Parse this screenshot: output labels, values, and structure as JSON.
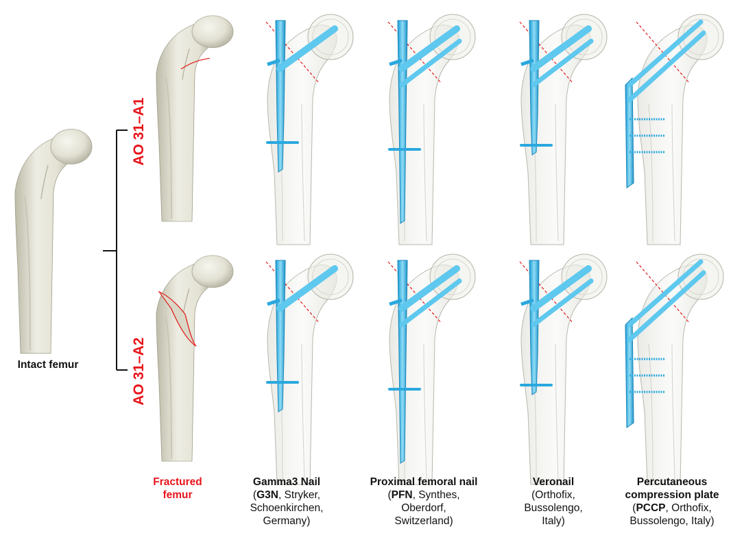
{
  "intact_label": "Intact femur",
  "rows": [
    {
      "label": "AO 31–A1"
    },
    {
      "label": "AO 31–A2"
    }
  ],
  "fractured": {
    "line1": "Fractured",
    "line2": "femur"
  },
  "devices": [
    {
      "abbr": "",
      "name": "Gamma3 Nail",
      "l2a": "G3N",
      "l2b": ", Stryker,",
      "l3": "Schoenkirchen,",
      "l4": "Germany)"
    },
    {
      "abbr": "",
      "name": "Proximal femoral nail",
      "l2a": "PFN",
      "l2b": ", Synthes,",
      "l3": "Oberdorf,",
      "l4": "Switzerland)"
    },
    {
      "abbr": "",
      "name": "Veronail",
      "l2a": "",
      "l2b": "(Orthofix,",
      "l3": "Bussolengo,",
      "l4": "Italy)"
    },
    {
      "abbr": "",
      "name": "Percutaneous",
      "name2": "compression plate",
      "l2a": "PCCP",
      "l2b": ", Orthofix,",
      "l3": "Bussolengo, Italy)"
    }
  ],
  "colors": {
    "bone": "#e6e5d8",
    "implant": "#38b6e6",
    "fracture": "#e21b1b",
    "label_red": "#e8141b"
  }
}
